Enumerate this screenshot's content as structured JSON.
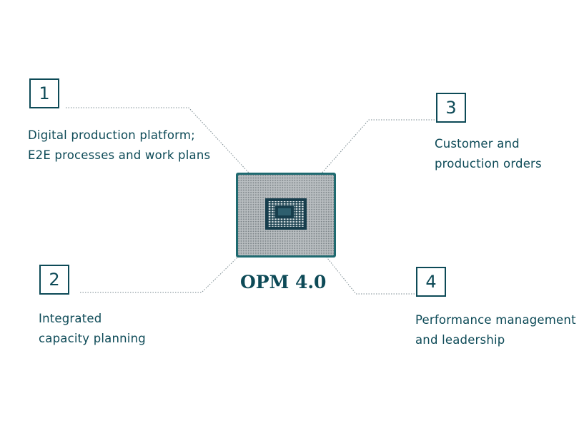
{
  "center": {
    "title": "OPM 4.0"
  },
  "items": [
    {
      "number": "1",
      "lines": [
        "Digital production platform;",
        "E2E processes and work plans"
      ]
    },
    {
      "number": "2",
      "lines": [
        "Integrated",
        "capacity planning"
      ]
    },
    {
      "number": "3",
      "lines": [
        "Customer and",
        "production orders"
      ]
    },
    {
      "number": "4",
      "lines": [
        "Performance management",
        "and leadership"
      ]
    }
  ],
  "colors": {
    "accent": "#0d4a57",
    "chip_body": "#a7adb0",
    "chip_border": "#1f6a70",
    "die": "#163d4c",
    "connector": "#7a8a90"
  },
  "icons": {
    "center": "cpu-chip-icon"
  }
}
